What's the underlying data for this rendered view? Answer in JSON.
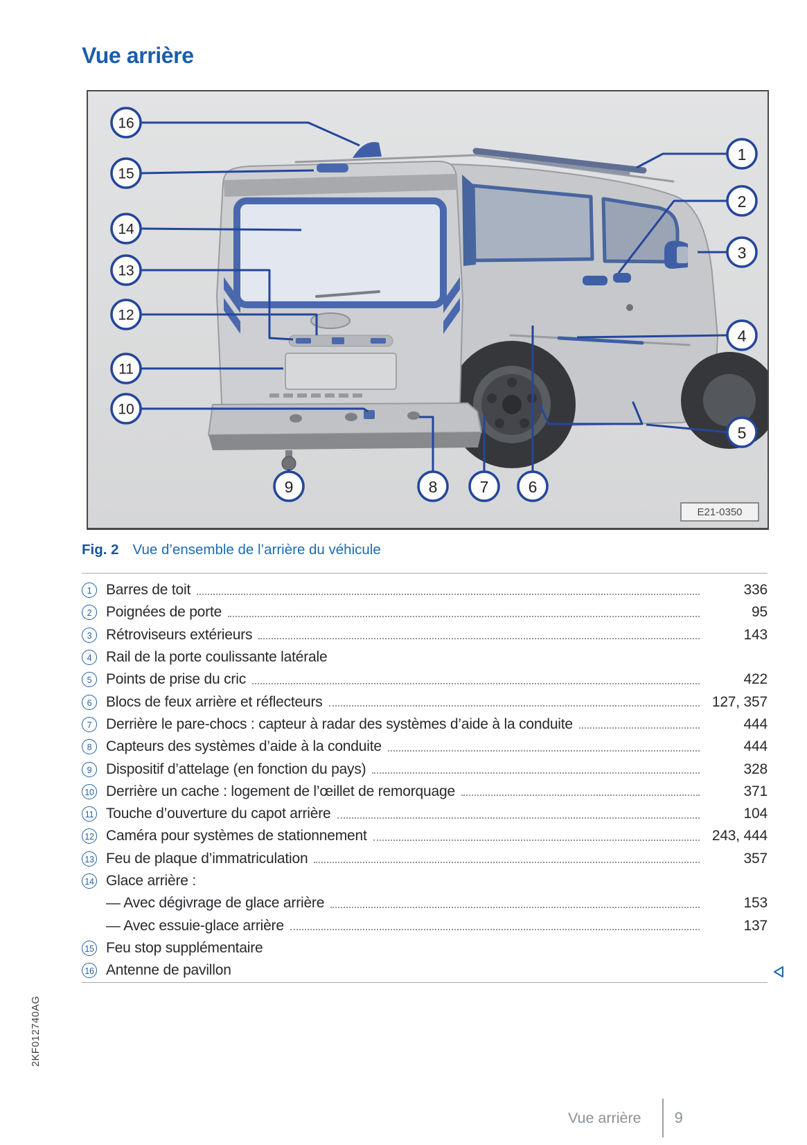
{
  "page": {
    "title": "Vue arrière",
    "doc_code": "2KF012740AG",
    "footer": {
      "section": "Vue arrière",
      "page_number": "9"
    }
  },
  "figure": {
    "caption_label": "Fig. 2",
    "caption_text": "Vue d’ensemble de l’arrière du véhicule",
    "image_code": "E21-0350",
    "callouts": [
      "1",
      "2",
      "3",
      "4",
      "5",
      "6",
      "7",
      "8",
      "9",
      "10",
      "11",
      "12",
      "13",
      "14",
      "15",
      "16"
    ]
  },
  "legend": {
    "items": [
      {
        "num": "1",
        "label": "Barres de toit",
        "pages": "336"
      },
      {
        "num": "2",
        "label": "Poignées de porte",
        "pages": "95"
      },
      {
        "num": "3",
        "label": "Rétroviseurs extérieurs",
        "pages": "143"
      },
      {
        "num": "4",
        "label": "Rail de la porte coulissante latérale",
        "pages": ""
      },
      {
        "num": "5",
        "label": "Points de prise du cric",
        "pages": "422"
      },
      {
        "num": "6",
        "label": "Blocs de feux arrière et réflecteurs",
        "pages": "127, 357"
      },
      {
        "num": "7",
        "label": "Derrière le pare-chocs : capteur à radar des systèmes d’aide à la conduite",
        "pages": "444"
      },
      {
        "num": "8",
        "label": "Capteurs des systèmes d’aide à la conduite",
        "pages": "444"
      },
      {
        "num": "9",
        "label": "Dispositif d’attelage (en fonction du pays)",
        "pages": "328"
      },
      {
        "num": "10",
        "label": "Derrière un cache : logement de l’œillet de remorquage",
        "pages": "371"
      },
      {
        "num": "11",
        "label": "Touche d’ouverture du capot arrière",
        "pages": "104"
      },
      {
        "num": "12",
        "label": "Caméra pour systèmes de stationnement",
        "pages": "243, 444"
      },
      {
        "num": "13",
        "label": "Feu de plaque d’immatriculation",
        "pages": "357"
      },
      {
        "num": "14",
        "label": "Glace arrière :",
        "pages": "",
        "sub": [
          {
            "label": "— Avec dégivrage de glace arrière",
            "pages": "153"
          },
          {
            "label": "— Avec essuie-glace arrière",
            "pages": "137"
          }
        ]
      },
      {
        "num": "15",
        "label": "Feu stop supplémentaire",
        "pages": ""
      },
      {
        "num": "16",
        "label": "Antenne de pavillon",
        "pages": ""
      }
    ]
  },
  "icons": {
    "nav_triangle": "left-triangle-icon"
  },
  "colors": {
    "accent_blue": "#1a5dab",
    "caption_blue": "#1c6ab0",
    "callout_blue": "#24469b",
    "van_accent_blue": "#3f5ea6",
    "text_dark": "#26282c",
    "footer_gray": "#8b9196",
    "figure_bg": "#d9dadb"
  }
}
